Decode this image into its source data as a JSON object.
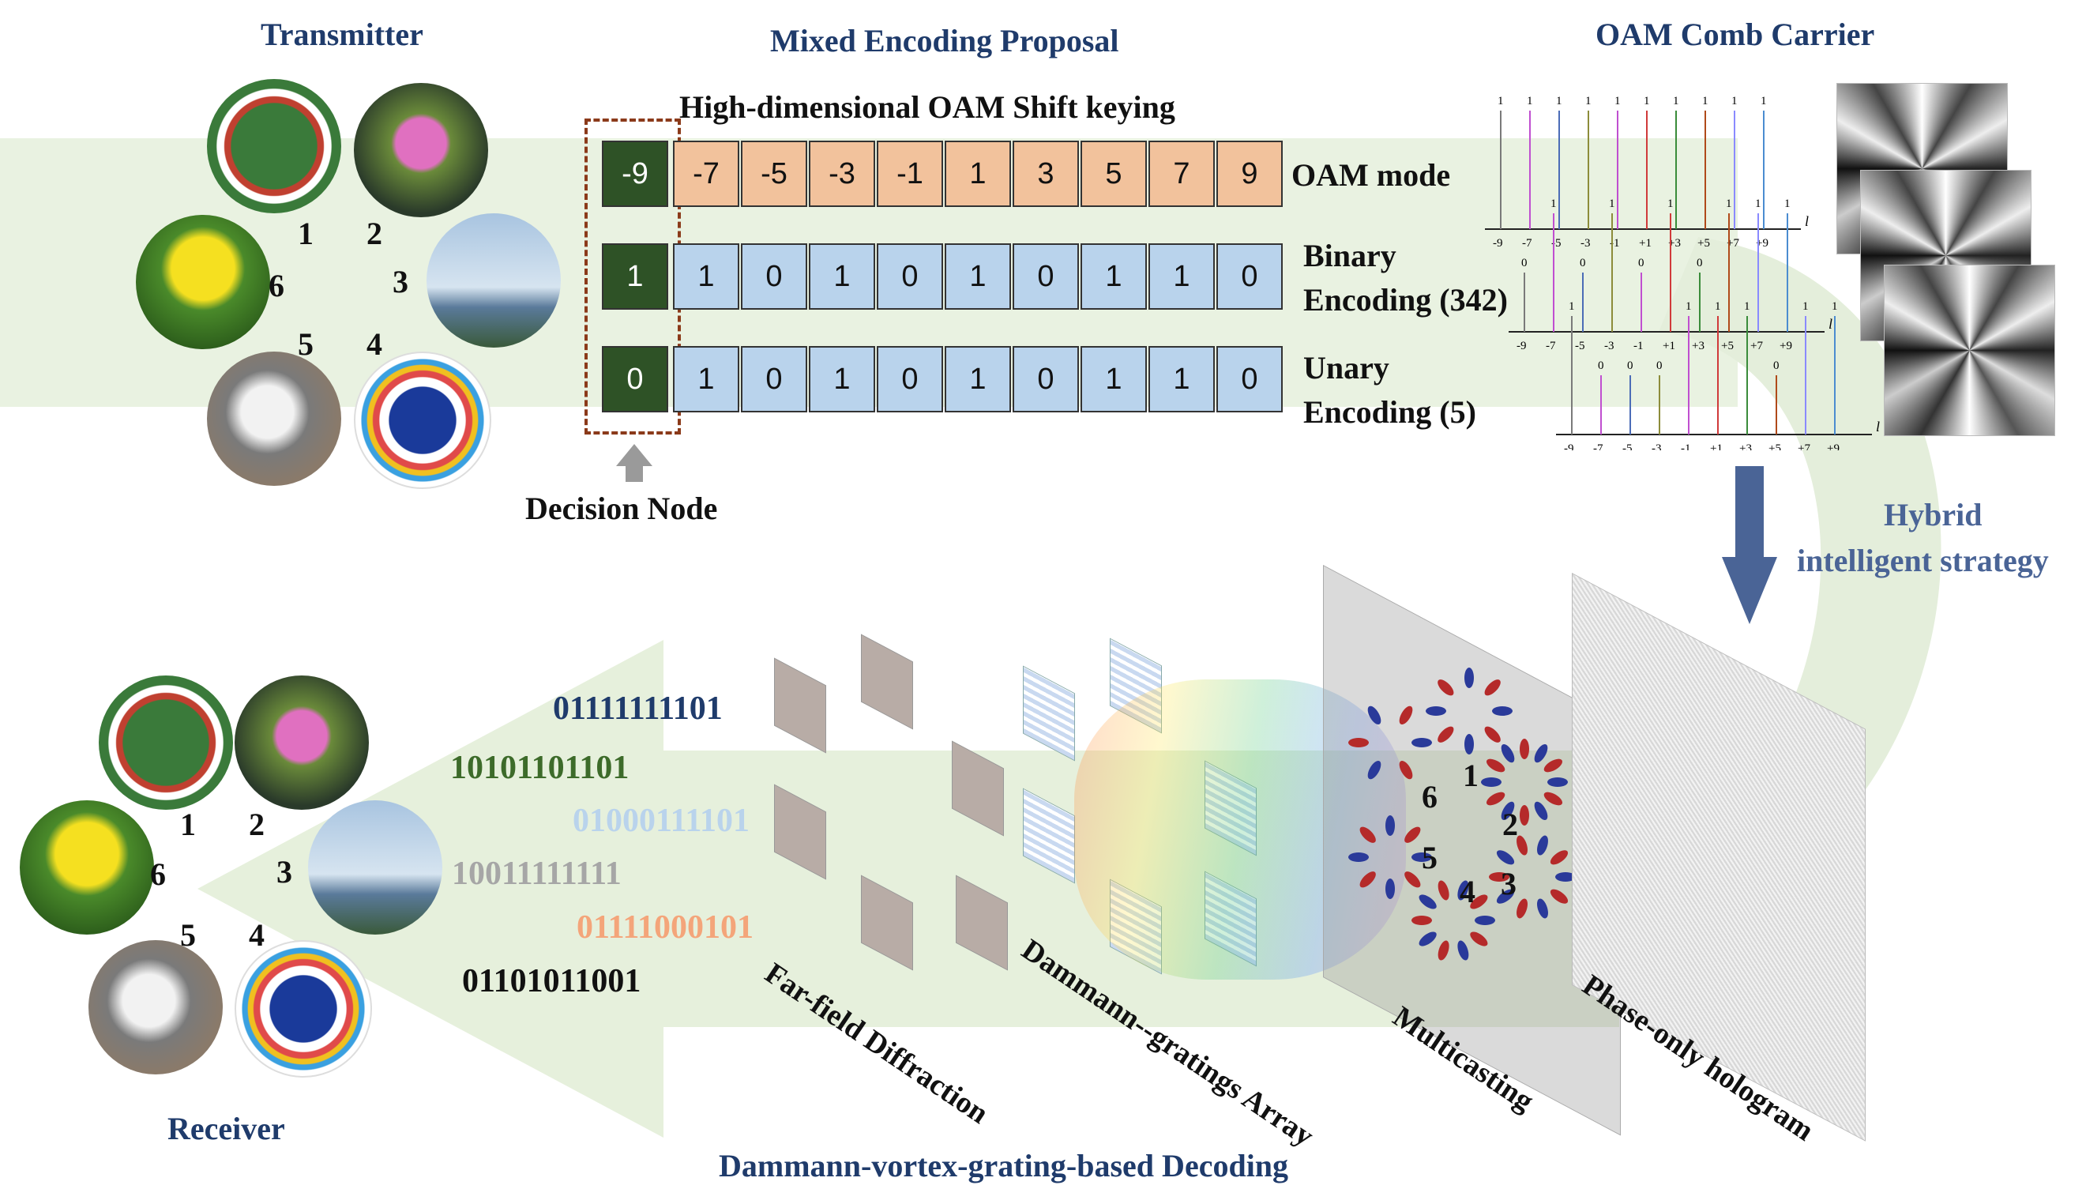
{
  "sections": {
    "transmitter": "Transmitter",
    "mixed_encoding": "Mixed Encoding Proposal",
    "oam_comb": "OAM Comb Carrier",
    "shift_keying": "High-dimensional OAM Shift keying",
    "receiver": "Receiver",
    "decoding": "Dammann-vortex-grating-based Decoding",
    "hybrid_line1": "Hybrid",
    "hybrid_line2": "intelligent strategy",
    "decision_node": "Decision Node"
  },
  "rows": {
    "oam": {
      "label": "OAM mode",
      "first": "-9",
      "cells": [
        "-7",
        "-5",
        "-3",
        "-1",
        "1",
        "3",
        "5",
        "7",
        "9"
      ]
    },
    "binary": {
      "label_line1": "Binary",
      "label_line2": "Encoding (342)",
      "first": "1",
      "cells": [
        "1",
        "0",
        "1",
        "0",
        "1",
        "0",
        "1",
        "1",
        "0"
      ]
    },
    "unary": {
      "label_line1": "Unary",
      "label_line2": "Encoding (5)",
      "first": "0",
      "cells": [
        "1",
        "0",
        "1",
        "0",
        "1",
        "0",
        "1",
        "1",
        "0"
      ]
    }
  },
  "tx_numbers": [
    "1",
    "2",
    "3",
    "4",
    "5",
    "6"
  ],
  "rx_numbers": [
    "1",
    "2",
    "3",
    "4",
    "5",
    "6"
  ],
  "ring_numbers": [
    "1",
    "2",
    "3",
    "4",
    "5",
    "6"
  ],
  "bit_strings": [
    {
      "text": "01111111101",
      "color": "#1f3b6b"
    },
    {
      "text": "10101101101",
      "color": "#3d6b2a"
    },
    {
      "text": "01000111101",
      "color": "#b9d3ec"
    },
    {
      "text": "10011111111",
      "color": "#a6a6a6"
    },
    {
      "text": "01111000101",
      "color": "#f4a57a"
    },
    {
      "text": "01101011001",
      "color": "#111111"
    }
  ],
  "stage_labels": {
    "far_field": "Far-field Diffraction",
    "dammann": "Dammann--gratings Array",
    "multicasting": "Multicasting",
    "hologram": "Phase-only hologram"
  },
  "spectrum": {
    "axis_letter": "l",
    "ticks": [
      "-9",
      "-7",
      "-5",
      "-3",
      "-1",
      "+1",
      "+3",
      "+5",
      "+7",
      "+9"
    ],
    "top_row_values": [
      "1",
      "1",
      "1",
      "1",
      "1",
      "1",
      "1",
      "1",
      "1",
      "1"
    ],
    "mid_row_values": [
      "0",
      "1",
      "0",
      "1",
      "0",
      "1",
      "0",
      "1",
      "1",
      "1"
    ],
    "low_row_values": [
      "1",
      "0",
      "0",
      "0",
      "1",
      "1",
      "1",
      "0",
      "1",
      "1"
    ],
    "line_colors": [
      "#7a7a7a",
      "#c04fd0",
      "#4b6cb7",
      "#8c8c3a",
      "#c04fd0",
      "#d03a3a",
      "#3a8c3a",
      "#b04a1a",
      "#8a8aff",
      "#4b8cd0"
    ]
  },
  "colors": {
    "title": "#1f3b6b",
    "dark_cell": "#2e5226",
    "orange_cell": "#f2c29c",
    "blue_cell": "#b9d3ec",
    "green_band": "#e6f0dc",
    "arrow": "#4a6496",
    "decision_box": "#8b3a1a"
  }
}
